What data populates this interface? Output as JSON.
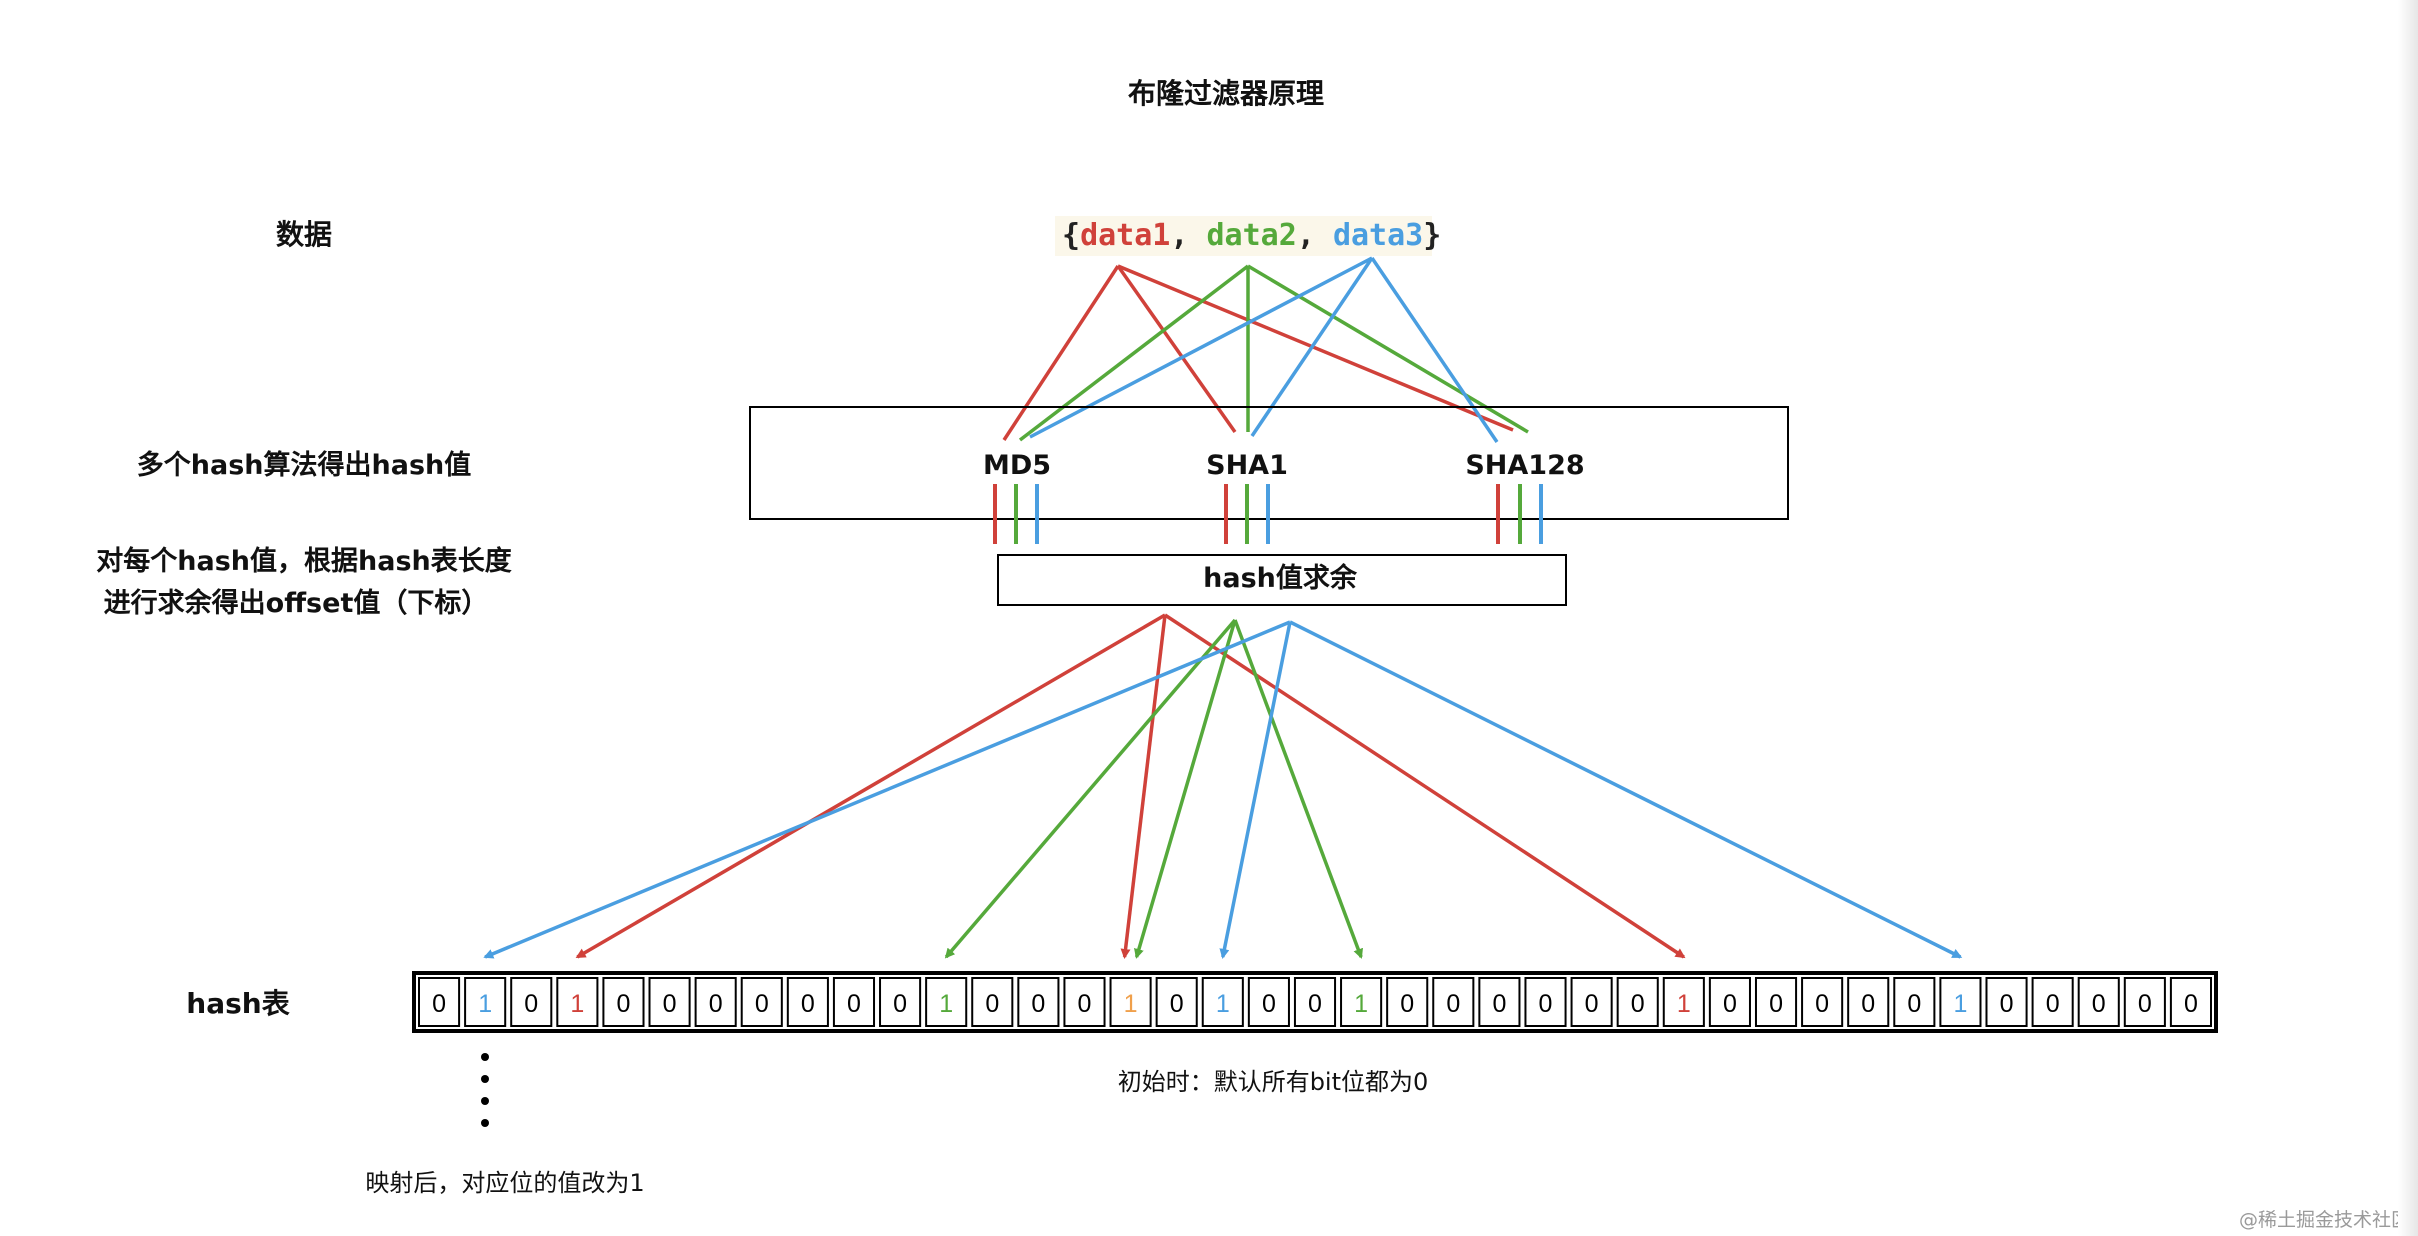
{
  "title": "布隆过滤器原理",
  "row_labels": {
    "data": "数据",
    "hash_algos": "多个hash算法得出hash值",
    "modulo_line1": "对每个hash值，根据hash表长度",
    "modulo_line2": "进行求余得出offset值（下标）",
    "table": "hash表"
  },
  "data_set": {
    "open": "{",
    "items": [
      {
        "text": "data1",
        "color": "#d0413a"
      },
      {
        "text": "data2",
        "color": "#55a93b"
      },
      {
        "text": "data3",
        "color": "#4a9ee0"
      }
    ],
    "sep": ", ",
    "close": "}"
  },
  "algorithms": [
    "MD5",
    "SHA1",
    "SHA128"
  ],
  "modulo_box": "hash值求余",
  "colors": {
    "data1": "#d0413a",
    "data2": "#55a93b",
    "data3": "#4a9ee0",
    "overlap": "#f0a04b"
  },
  "bits": [
    "0",
    "1",
    "0",
    "1",
    "0",
    "0",
    "0",
    "0",
    "0",
    "0",
    "0",
    "1",
    "0",
    "0",
    "0",
    "1",
    "0",
    "1",
    "0",
    "0",
    "1",
    "0",
    "0",
    "0",
    "0",
    "0",
    "0",
    "1",
    "0",
    "0",
    "0",
    "0",
    "0",
    "1",
    "0",
    "0",
    "0",
    "0",
    "0"
  ],
  "bit_colors": {
    "1": "data3",
    "3": "data1",
    "11": "data2",
    "15": "overlap",
    "17": "data3",
    "20": "data2",
    "27": "data1",
    "33": "data3"
  },
  "mapping_arrows": [
    {
      "from": "data1",
      "to_bit": 3
    },
    {
      "from": "data1",
      "to_bit": 15
    },
    {
      "from": "data1",
      "to_bit": 27
    },
    {
      "from": "data2",
      "to_bit": 11
    },
    {
      "from": "data2",
      "to_bit": 15
    },
    {
      "from": "data2",
      "to_bit": 20
    },
    {
      "from": "data3",
      "to_bit": 1
    },
    {
      "from": "data3",
      "to_bit": 17
    },
    {
      "from": "data3",
      "to_bit": 33
    }
  ],
  "initial_note": "初始时：默认所有bit位都为0",
  "after_note": "映射后，对应位的值改为1",
  "watermark": "@稀土掘金技术社区"
}
